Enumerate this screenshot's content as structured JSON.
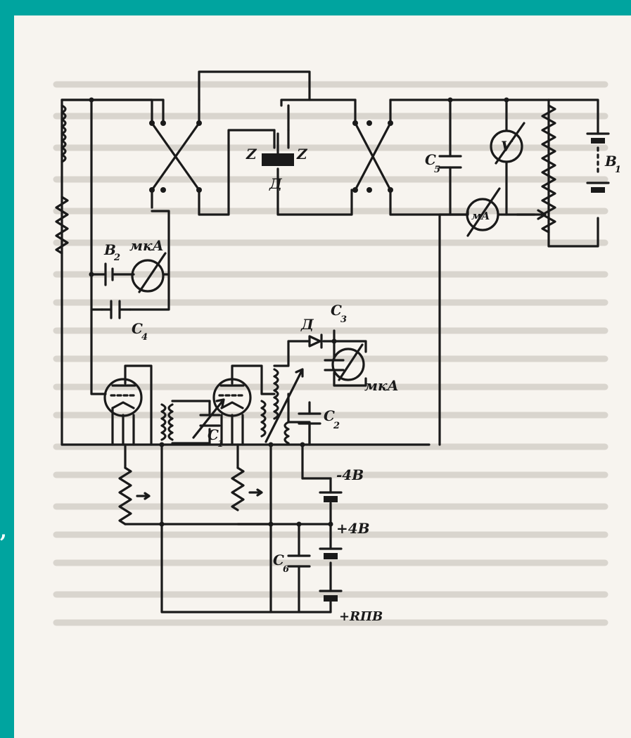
{
  "labels": {
    "b2": "B",
    "b2_sub": "2",
    "mka_top": "мкА",
    "c4_top": "C",
    "c4_top_sub": "4",
    "z_left": "Z",
    "z_right": "Z",
    "d_top": "Д",
    "c5": "C",
    "c5_sub": "5",
    "v": "V",
    "ma": "мА",
    "b1": "B",
    "b1_sub": "1",
    "d_mid": "Д",
    "c3": "C",
    "c3_sub": "3",
    "mka_mid": "мкА",
    "c2": "C",
    "c2_sub": "2",
    "c1": "C",
    "c1_sub": "1",
    "minus4": "-4B",
    "plus4": "+4B",
    "c6": "C",
    "c6_sub": "6",
    "rpb": "+RПB"
  },
  "margin_mark": ","
}
